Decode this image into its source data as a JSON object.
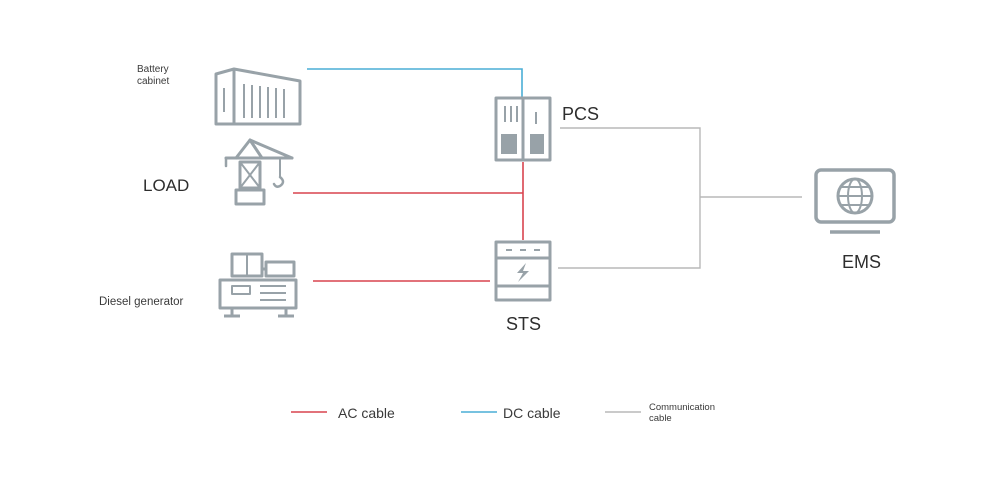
{
  "nodes": {
    "battery_cabinet": {
      "label_line1": "Battery",
      "label_line2": "cabinet",
      "icon": "container-icon"
    },
    "load": {
      "label": "LOAD",
      "icon": "crane-icon"
    },
    "diesel_generator": {
      "label": "Diesel generator",
      "icon": "generator-icon"
    },
    "pcs": {
      "label": "PCS",
      "icon": "pcs-cabinet-icon"
    },
    "sts": {
      "label": "STS",
      "icon": "sts-switch-icon"
    },
    "ems": {
      "label": "EMS",
      "icon": "monitor-globe-icon"
    }
  },
  "legend": {
    "ac": {
      "label": "AC cable",
      "color": "#d9434f"
    },
    "dc": {
      "label": "DC cable",
      "color": "#4aaed6"
    },
    "comm": {
      "label_line1": "Communication",
      "label_line2": "cable",
      "color": "#b8b8b8"
    }
  },
  "colors": {
    "icon_stroke": "#98a2a8",
    "ac": "#d9434f",
    "dc": "#4aaed6",
    "comm": "#b8b8b8"
  }
}
